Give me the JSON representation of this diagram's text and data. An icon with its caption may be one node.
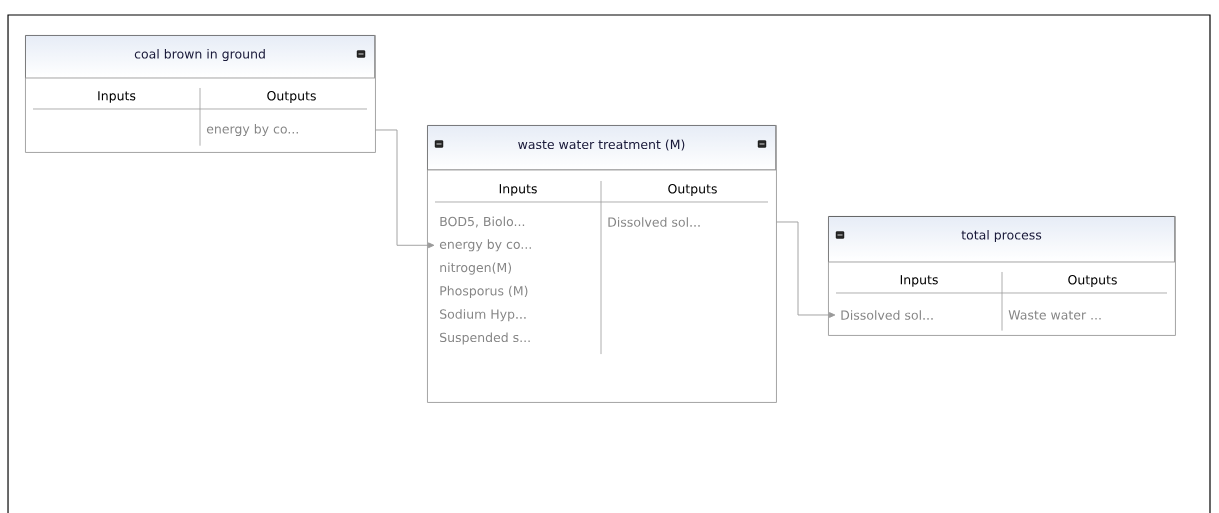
{
  "diagram": {
    "nodes": [
      {
        "text": [
          "coal brown in ground"
        ]
      },
      {
        "text": [
          "Inputs"
        ],
        "in": 0
      },
      {
        "text": [
          "Outputs",
          "energy by co..."
        ],
        "in": 0
      },
      {
        "text": [
          "waste water treatment (M)"
        ]
      },
      {
        "text": [
          "Inputs",
          "BOD5, Biolo...",
          "energy by co...",
          "nitrogen(M)",
          "Phosporus (M)",
          "Sodium Hyp...",
          "Suspended s..."
        ],
        "in": 3
      },
      {
        "text": [
          "Outputs",
          "Dissolved sol..."
        ],
        "in": 3
      },
      {
        "text": [
          "total process"
        ]
      },
      {
        "text": [
          "Inputs",
          "Dissolved sol..."
        ],
        "in": 6
      },
      {
        "text": [
          "Outputs",
          "Waste water ..."
        ],
        "in": 6
      }
    ],
    "edges": [
      {
        "from": 2,
        "to": 4,
        "arrow": "to"
      },
      {
        "from": 5,
        "to": 7,
        "arrow": "to"
      }
    ]
  }
}
